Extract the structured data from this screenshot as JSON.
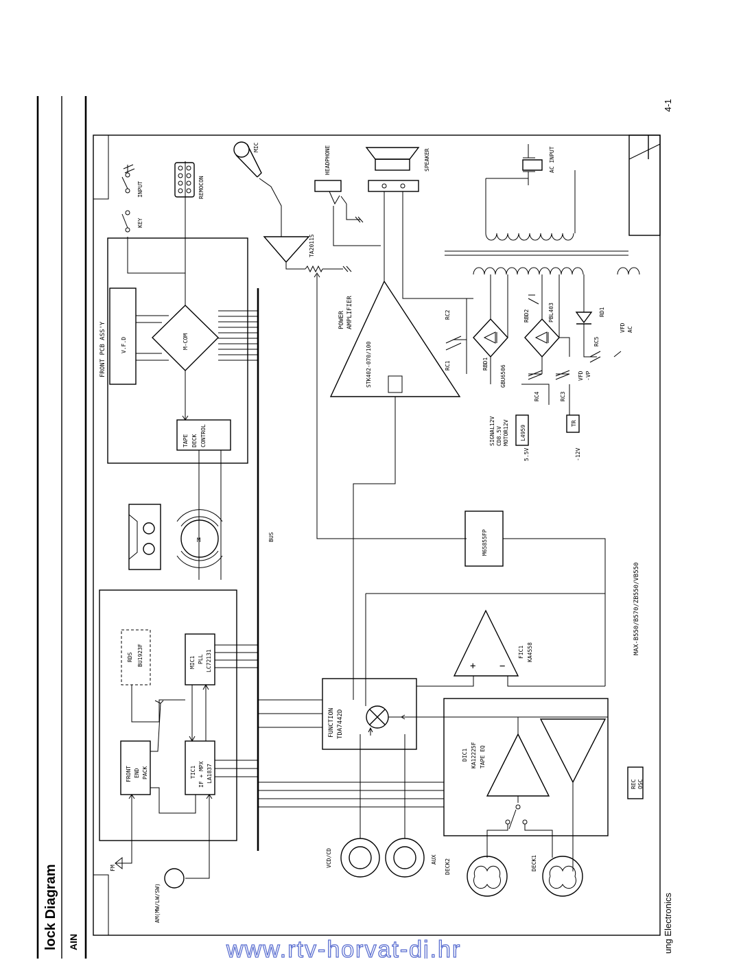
{
  "header": {
    "title": "lock Diagram",
    "subtitle": "AIN"
  },
  "footer": {
    "company": "ung Electronics",
    "page_number": "4-1"
  },
  "watermark": "www.rtv-horvat-dj.hr",
  "model": "MAX-B550/B570/ZB550/VB550",
  "bus_label": "BUS",
  "front_pcb": {
    "title": "FRONT PCB ASS'Y",
    "vfd": "V.F.D",
    "mcom": "M-COM",
    "tape_deck_control": [
      "TAPE",
      "DECK",
      "CONTROL"
    ]
  },
  "inputs": {
    "key": "KEY",
    "input": "INPUT",
    "remocon": "REMOCON",
    "mic": "MIC",
    "headphone": "HEADPHONE",
    "speaker": "SPEAKER",
    "ac_input": "AC INPUT"
  },
  "tuner": {
    "fm": "FM",
    "am": "AM(MW/LW/SW)",
    "front_end": [
      "FRONT",
      "END",
      "PACK"
    ],
    "rds": [
      "RDS",
      "BU1923F"
    ],
    "mic1": [
      "MIC1",
      "PLL",
      "LC72131"
    ],
    "tic1": [
      "TIC1",
      "IF + MPX",
      "LA1837"
    ]
  },
  "function_ic": [
    "FUNCTION",
    "TDA7442D"
  ],
  "fic1": [
    "FIC1",
    "KA4558"
  ],
  "dic1": [
    "DIC1",
    "KA12225F",
    "TAPE EQ"
  ],
  "rec_osc": [
    "REC",
    "OSC"
  ],
  "m_ic": "M65855FP",
  "jacks": {
    "vcd_cd": "VCD/CD",
    "aux": "AUX",
    "deck2": "DECK2",
    "deck1": "DECK1"
  },
  "power_amp": {
    "label": [
      "POWER",
      "AMPLIFIER"
    ],
    "ic": "STK402-070/100",
    "ta": "TA2011S"
  },
  "power_supply": {
    "rbd1": "RBD1",
    "rbd2": "RBD2",
    "gbu": "GBU6506",
    "pbl": "PBL403",
    "rc1": "RC1",
    "rc2": "RC2",
    "rc3": "RC3",
    "rc4": "RC4",
    "rc5": "RC5",
    "rd1": "RD1",
    "l4959": "L4959",
    "tr": "TR",
    "v55": "5.5V",
    "v12": "-12V",
    "vfd_vp": [
      "VFD",
      "-VP"
    ],
    "vfd_ac": [
      "VFD",
      "AC"
    ],
    "regulator_out": [
      "SIGNAL12V",
      "CD8.5V",
      "MOTOR12V"
    ]
  }
}
